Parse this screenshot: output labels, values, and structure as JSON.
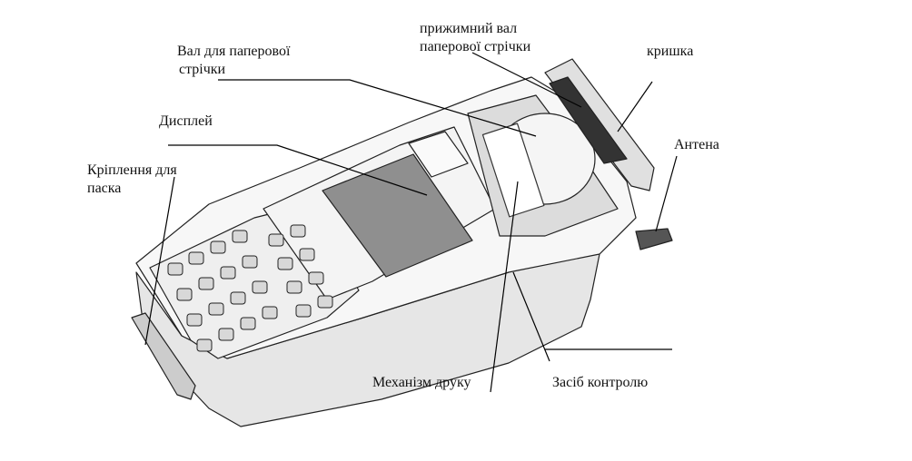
{
  "labels": {
    "paper_roll_shaft": [
      "Вал для паперової",
      "стрічки"
    ],
    "pressure_roller": [
      "прижимний вал",
      "паперової стрічки"
    ],
    "cover": "кришка",
    "antenna": "Антена",
    "display": "Дисплей",
    "strap_mount": [
      "Кріплення для",
      "паска"
    ],
    "print_mechanism": "Механізм друку",
    "control_means": "Засіб контролю"
  }
}
